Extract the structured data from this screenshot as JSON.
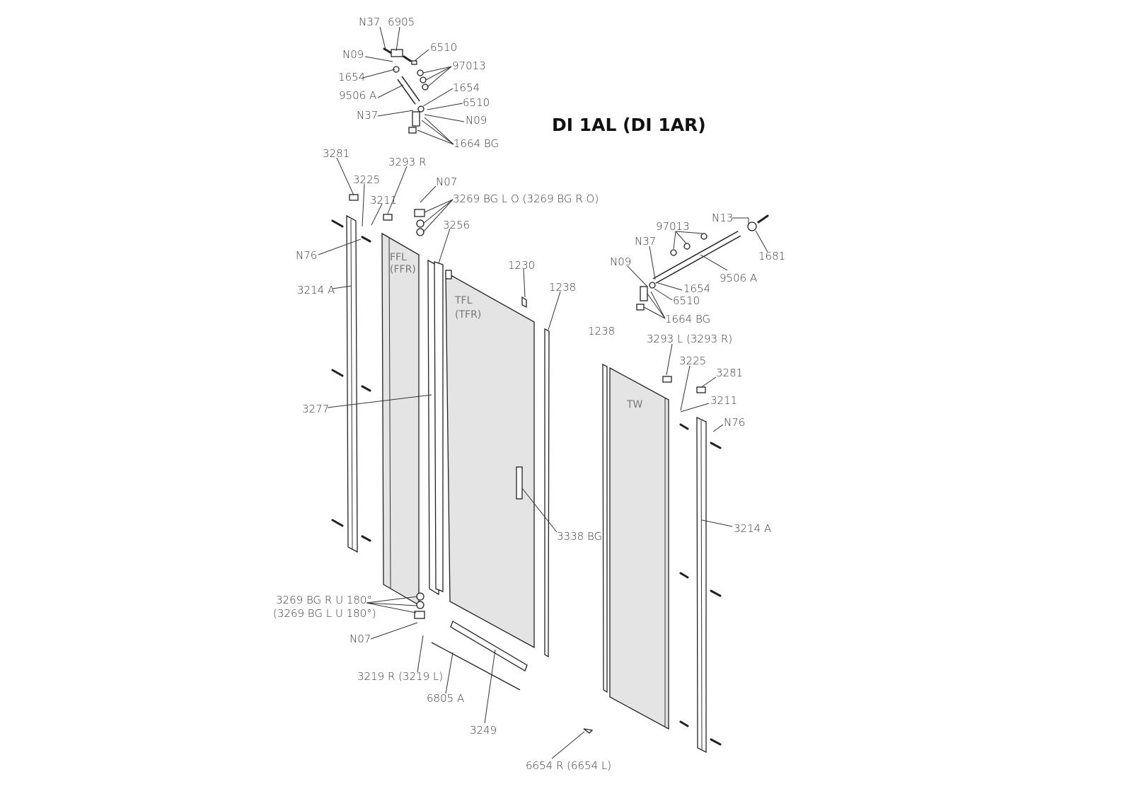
{
  "title": "DI 1AL (DI 1AR)",
  "top_assembly": [
    "N37",
    "6905",
    "N09",
    "6510",
    "1654",
    "97013",
    "9506 A",
    "1654",
    "N37",
    "6510",
    "N09",
    "1664 BG"
  ],
  "left_door": [
    "3281",
    "3293 R",
    "3225",
    "N07",
    "3269 BG L O (3269 BG R O)",
    "3211",
    "3256",
    "N76",
    "1230",
    "3214 A",
    "1238",
    "3277",
    "3338 BG",
    "3269 BG R U 180°",
    "(3269 BG L U 180°)",
    "N07",
    "3219 R (3219 L)",
    "6805 A",
    "3249",
    "6654 R (6654 L)",
    "1238"
  ],
  "panel_labels": {
    "ffl": "FFL",
    "ffr": "(FFR)",
    "tfl": "TFL",
    "tfr": "(TFR)",
    "tw": "TW"
  },
  "right_assembly": [
    "N13",
    "97013",
    "1681",
    "N37",
    "N09",
    "9506 A",
    "1654",
    "6510",
    "1664 BG",
    "3293 L (3293 R)",
    "3225",
    "3281",
    "3211",
    "N76",
    "3214 A"
  ]
}
